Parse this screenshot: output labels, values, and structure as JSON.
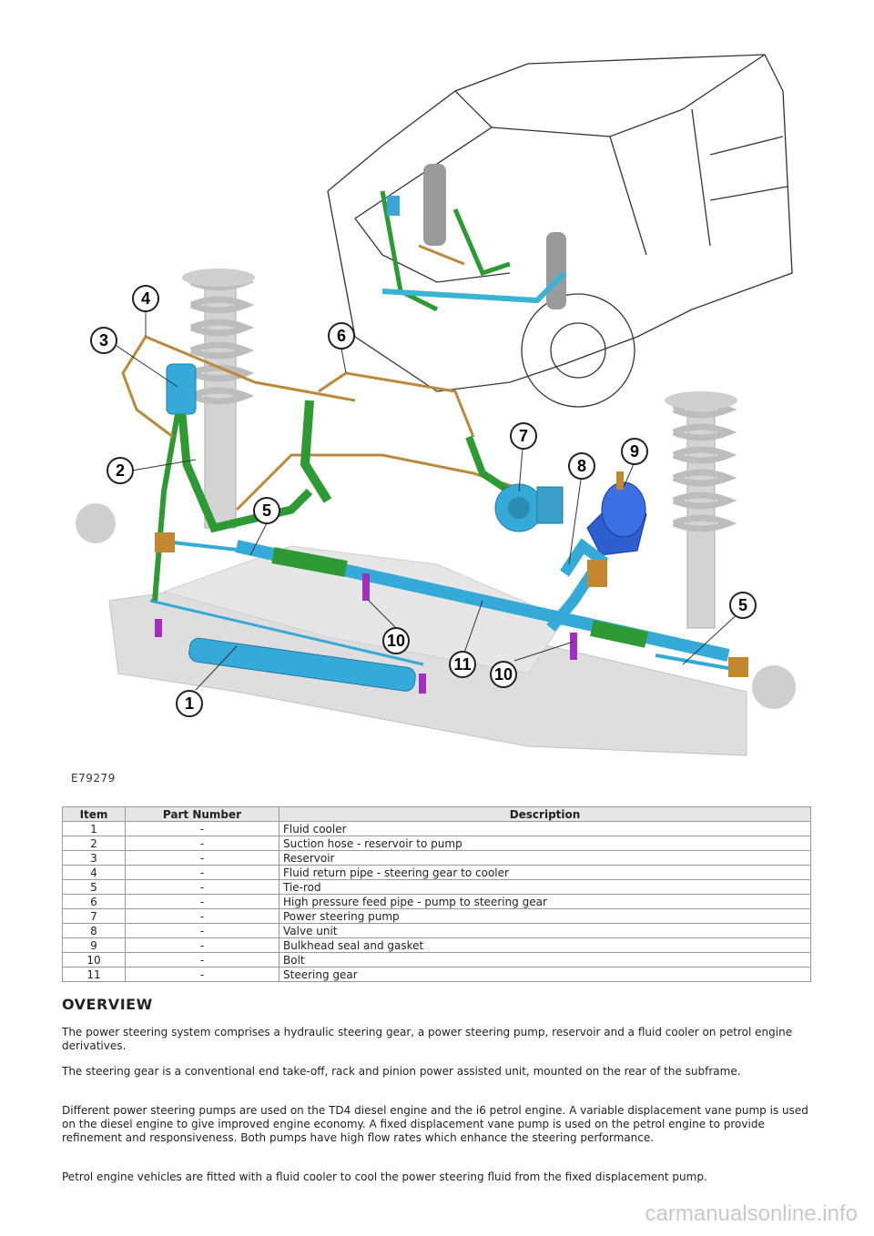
{
  "figure": {
    "code": "E79279",
    "callouts": [
      "4",
      "3",
      "6",
      "7",
      "8",
      "9",
      "2",
      "5",
      "5",
      "10",
      "11",
      "10",
      "1"
    ]
  },
  "table": {
    "headers": [
      "Item",
      "Part Number",
      "Description"
    ],
    "rows": [
      {
        "item": "1",
        "part": "-",
        "desc": "Fluid cooler"
      },
      {
        "item": "2",
        "part": "-",
        "desc": "Suction hose - reservoir to pump"
      },
      {
        "item": "3",
        "part": "-",
        "desc": "Reservoir"
      },
      {
        "item": "4",
        "part": "-",
        "desc": "Fluid return pipe - steering gear to cooler"
      },
      {
        "item": "5",
        "part": "-",
        "desc": "Tie-rod"
      },
      {
        "item": "6",
        "part": "-",
        "desc": "High pressure feed pipe - pump to steering gear"
      },
      {
        "item": "7",
        "part": "-",
        "desc": "Power steering pump"
      },
      {
        "item": "8",
        "part": "-",
        "desc": "Valve unit"
      },
      {
        "item": "9",
        "part": "-",
        "desc": "Bulkhead seal and gasket"
      },
      {
        "item": "10",
        "part": "-",
        "desc": "Bolt"
      },
      {
        "item": "11",
        "part": "-",
        "desc": "Steering gear"
      }
    ]
  },
  "overview": {
    "heading": "OVERVIEW",
    "paragraphs": [
      "The power steering system comprises a hydraulic steering gear, a power steering pump, reservoir and a fluid cooler on petrol engine derivatives.",
      "The steering gear is a conventional end take-off, rack and pinion power assisted unit, mounted on the rear of the subframe.",
      "Different power steering pumps are used on the TD4 diesel engine and the i6 petrol engine. A variable displacement vane pump is used on the diesel engine to give improved engine economy. A fixed displacement vane pump is used on the petrol engine to provide refinement and responsiveness. Both pumps have high flow rates which enhance the steering performance.",
      "Petrol engine vehicles are fitted with a fluid cooler to cool the power steering fluid from the fixed displacement pump."
    ]
  },
  "watermark": "carmanualsonline.info"
}
